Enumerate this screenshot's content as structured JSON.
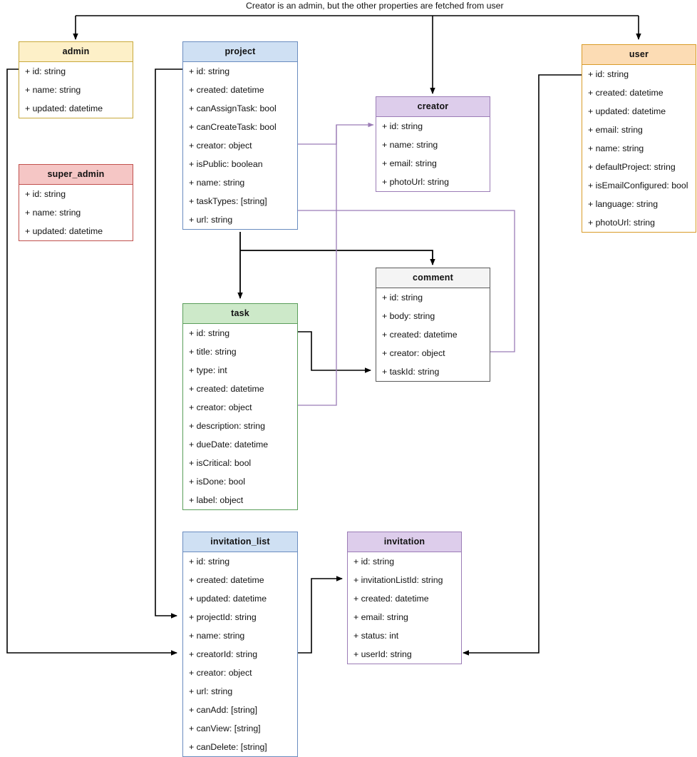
{
  "diagram": {
    "title_note": "Creator is an admin, but the other properties are fetched from user",
    "colors": {
      "admin": "#fdf0c8",
      "super_admin": "#f5c6c5",
      "project": "#cfe0f3",
      "creator": "#ddcdeb",
      "user": "#fcdcb4",
      "comment": "#f4f4f4",
      "task": "#cde9c9",
      "invitation_list": "#cfe0f3",
      "invitation": "#ddcdeb",
      "edge_black": "#000000",
      "edge_purple": "#9b7cb6"
    },
    "entities": {
      "admin": {
        "name": "admin",
        "fields": [
          "+ id: string",
          "+ name: string",
          "+ updated: datetime"
        ]
      },
      "super_admin": {
        "name": "super_admin",
        "fields": [
          "+ id: string",
          "+ name: string",
          "+ updated: datetime"
        ]
      },
      "project": {
        "name": "project",
        "fields": [
          "+ id: string",
          "+ created: datetime",
          "+ canAssignTask: bool",
          "+ canCreateTask: bool",
          "+ creator: object",
          "+ isPublic: boolean",
          "+ name: string",
          "+ taskTypes: [string]",
          "+ url: string"
        ]
      },
      "creator": {
        "name": "creator",
        "fields": [
          "+ id: string",
          "+ name: string",
          "+ email: string",
          "+ photoUrl: string"
        ]
      },
      "user": {
        "name": "user",
        "fields": [
          "+ id: string",
          "+ created: datetime",
          "+ updated: datetime",
          "+ email: string",
          "+ name: string",
          "+ defaultProject: string",
          "+ isEmailConfigured: bool",
          "+ language: string",
          "+ photoUrl: string"
        ]
      },
      "comment": {
        "name": "comment",
        "fields": [
          "+ id: string",
          "+ body: string",
          "+ created: datetime",
          "+ creator: object",
          "+ taskId: string"
        ]
      },
      "task": {
        "name": "task",
        "fields": [
          "+ id: string",
          "+ title: string",
          "+ type: int",
          "+ created: datetime",
          "+ creator: object",
          "+ description: string",
          "+ dueDate: datetime",
          "+ isCritical: bool",
          "+ isDone: bool",
          "+ label: object"
        ]
      },
      "invitation_list": {
        "name": "invitation_list",
        "fields": [
          "+ id: string",
          "+ created: datetime",
          "+ updated: datetime",
          "+ projectId: string",
          "+ name: string",
          "+ creatorId: string",
          "+ creator: object",
          "+ url: string",
          "+ canAdd: [string]",
          "+ canView: [string]",
          "+ canDelete: [string]"
        ]
      },
      "invitation": {
        "name": "invitation",
        "fields": [
          "+ id: string",
          "+ invitationListId: string",
          "+ created: datetime",
          "+ email: string",
          "+ status: int",
          "+ userId: string"
        ]
      }
    }
  }
}
